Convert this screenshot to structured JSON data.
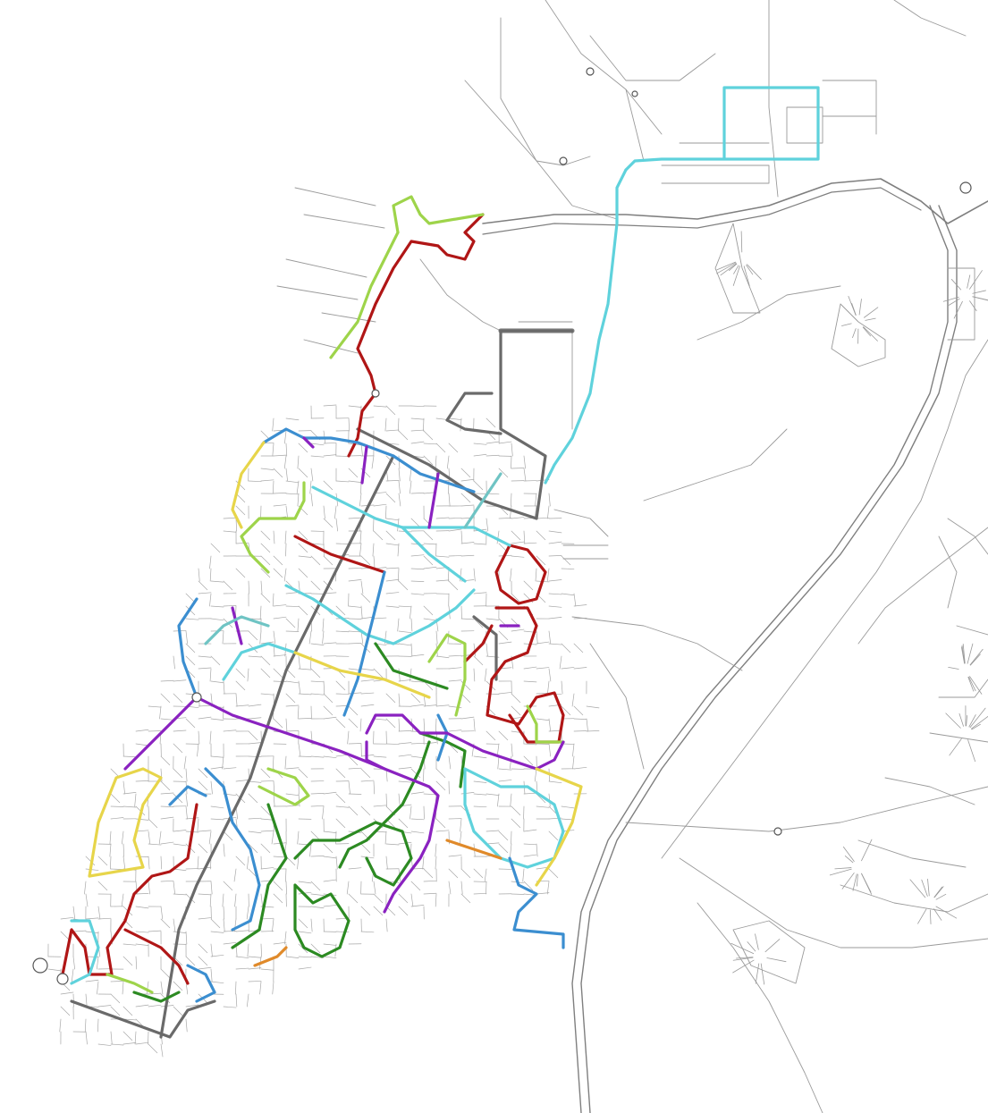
{
  "map": {
    "style": "street network with overlaid transit routes",
    "background_color": "#ffffff",
    "road_color": "#9a9a9a",
    "major_road_color": "#8a8a8a",
    "routes": [
      {
        "id": "red",
        "color": "#b01616"
      },
      {
        "id": "light-green",
        "color": "#9ed44a"
      },
      {
        "id": "dark-green",
        "color": "#2c8a22"
      },
      {
        "id": "cyan",
        "color": "#5fd2dc"
      },
      {
        "id": "blue",
        "color": "#3b8ed0"
      },
      {
        "id": "purple",
        "color": "#8a22c0"
      },
      {
        "id": "yellow",
        "color": "#e7d54a"
      },
      {
        "id": "gray",
        "color": "#6a6a6a"
      },
      {
        "id": "orange",
        "color": "#e08a2a"
      },
      {
        "id": "teal",
        "color": "#6fc4c4"
      }
    ]
  }
}
